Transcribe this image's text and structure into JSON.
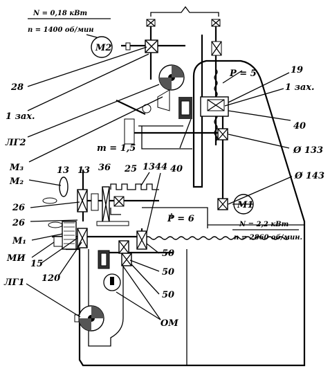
{
  "motor_m2": {
    "label": "M2",
    "power": "N = 0,18 кВт",
    "speed": "n = 1400 об/мин"
  },
  "motor_m1": {
    "label": "M1",
    "power": "N = 2,2 кВт",
    "speed": "n = 2860 об/мин."
  },
  "labels_left": {
    "l28": "28",
    "zakh1": "1 зах.",
    "lg2": "ЛГ2",
    "m3": "M₃",
    "m2": "M₂",
    "n26a": "26",
    "n26b": "26",
    "m1": "M₁",
    "mi": "МИ",
    "n15": "15",
    "n120": "120",
    "lg1": "ЛГ1"
  },
  "labels_mid": {
    "m15": "m = 1,5",
    "n13a": "13",
    "n13b": "13",
    "n36": "36",
    "n13c": "13",
    "n44": "44",
    "n40a": "40",
    "n25": "25",
    "p6": "P = 6",
    "om": "ОМ"
  },
  "labels_right": {
    "p5": "P = 5",
    "n19": "19",
    "zakh1r": "1 зах.",
    "n40": "40",
    "d133": "Ø 133",
    "d143": "Ø 143",
    "n50a": "50",
    "n50b": "50",
    "n50c": "50"
  }
}
